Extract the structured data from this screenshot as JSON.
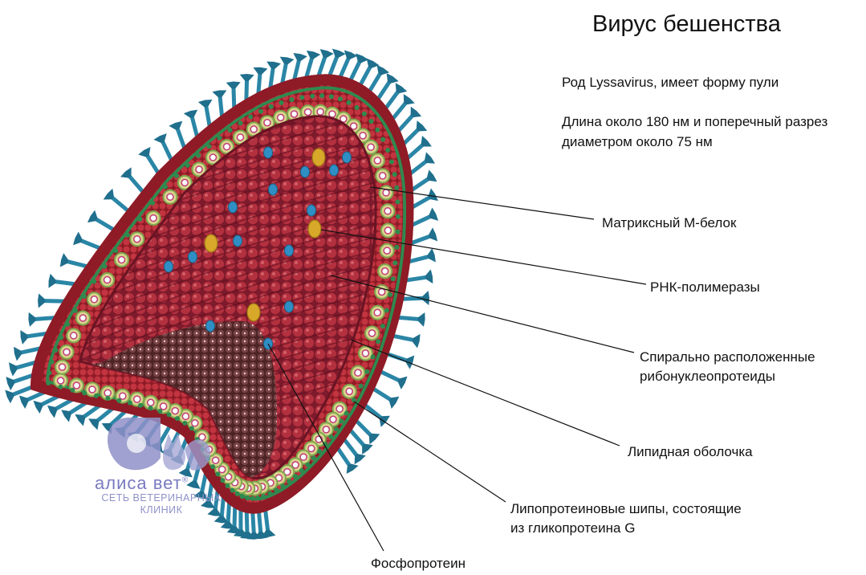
{
  "title": "Вирус бешенства",
  "info": {
    "line1": "Род Lyssavirus, имеет форму пули",
    "line2": "Длина около 180 нм и поперечный разрез",
    "line3": "диаметром около 75 нм"
  },
  "labels": [
    {
      "lines": [
        "Матриксный М-белок"
      ]
    },
    {
      "lines": [
        "РНК-полимеразы"
      ]
    },
    {
      "lines": [
        "Спирально расположенные",
        "рибонуклеопротеиды"
      ]
    },
    {
      "lines": [
        "Липидная оболочка"
      ]
    },
    {
      "lines": [
        "Липопротеиновые шипы, состоящие",
        "из гликопротеина G"
      ]
    },
    {
      "lines": [
        "Фосфопротеин"
      ]
    }
  ],
  "logo": {
    "name": "алиса вет",
    "registered": "®",
    "subtitle_line1": "СЕТЬ ВЕТЕРИНАРНЫХ",
    "subtitle_line2": "КЛИНИК"
  },
  "colors": {
    "spike": "#2a86a6",
    "membrane": "#b72b38",
    "envelope_green": "#2f8a4f",
    "ring": "#d9d48c",
    "rnp": "#9d2236",
    "inner_core": "#6a3336",
    "blue_dot": "#2f8fc4",
    "gold": "#d8a82a",
    "logo": "#7a7bc0"
  }
}
